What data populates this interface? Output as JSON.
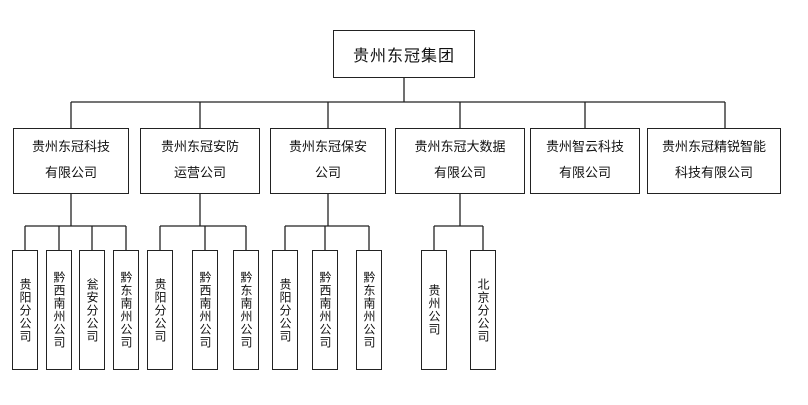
{
  "root": {
    "name": "贵州东冠集团"
  },
  "companies": [
    {
      "line1": "贵州东冠科技",
      "line2": "有限公司",
      "branches": [
        "贵阳分公司",
        "黔西南州公司",
        "瓮安分公司",
        "黔东南州公司"
      ]
    },
    {
      "line1": "贵州东冠安防",
      "line2": "运营公司",
      "branches": [
        "贵阳分公司",
        "黔西南州公司",
        "黔东南州公司"
      ]
    },
    {
      "line1": "贵州东冠保安",
      "line2": "公司",
      "branches": [
        "贵阳分公司",
        "黔西南州公司",
        "黔东南州公司"
      ]
    },
    {
      "line1": "贵州东冠大数据",
      "line2": "有限公司",
      "branches": [
        "贵州公司",
        "北京分公司"
      ]
    },
    {
      "line1": "贵州智云科技",
      "line2": "有限公司",
      "branches": []
    },
    {
      "line1": "贵州东冠精锐智能",
      "line2": "科技有限公司",
      "branches": []
    }
  ]
}
